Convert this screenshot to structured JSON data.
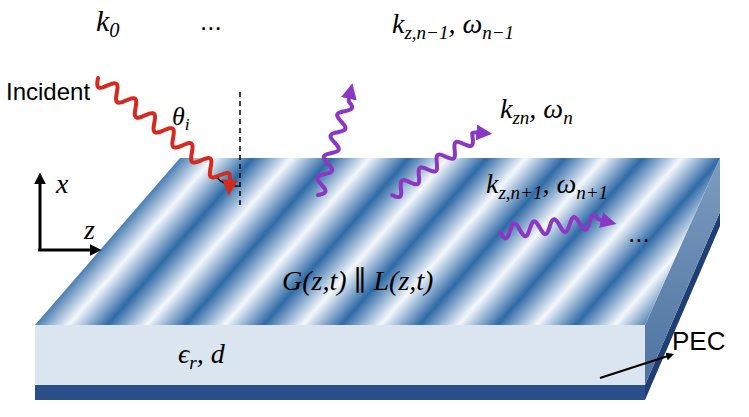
{
  "diagram": {
    "labels": [
      "k0",
      "...",
      "kz,n−1, ωn−1",
      "Incident",
      "θi",
      "kzn, ωn",
      "kz,n+1, ωn+1",
      "...",
      "G(z,t) ∥ L(z,t)",
      "ϵr,  d",
      "PEC",
      "x",
      "z"
    ]
  }
}
